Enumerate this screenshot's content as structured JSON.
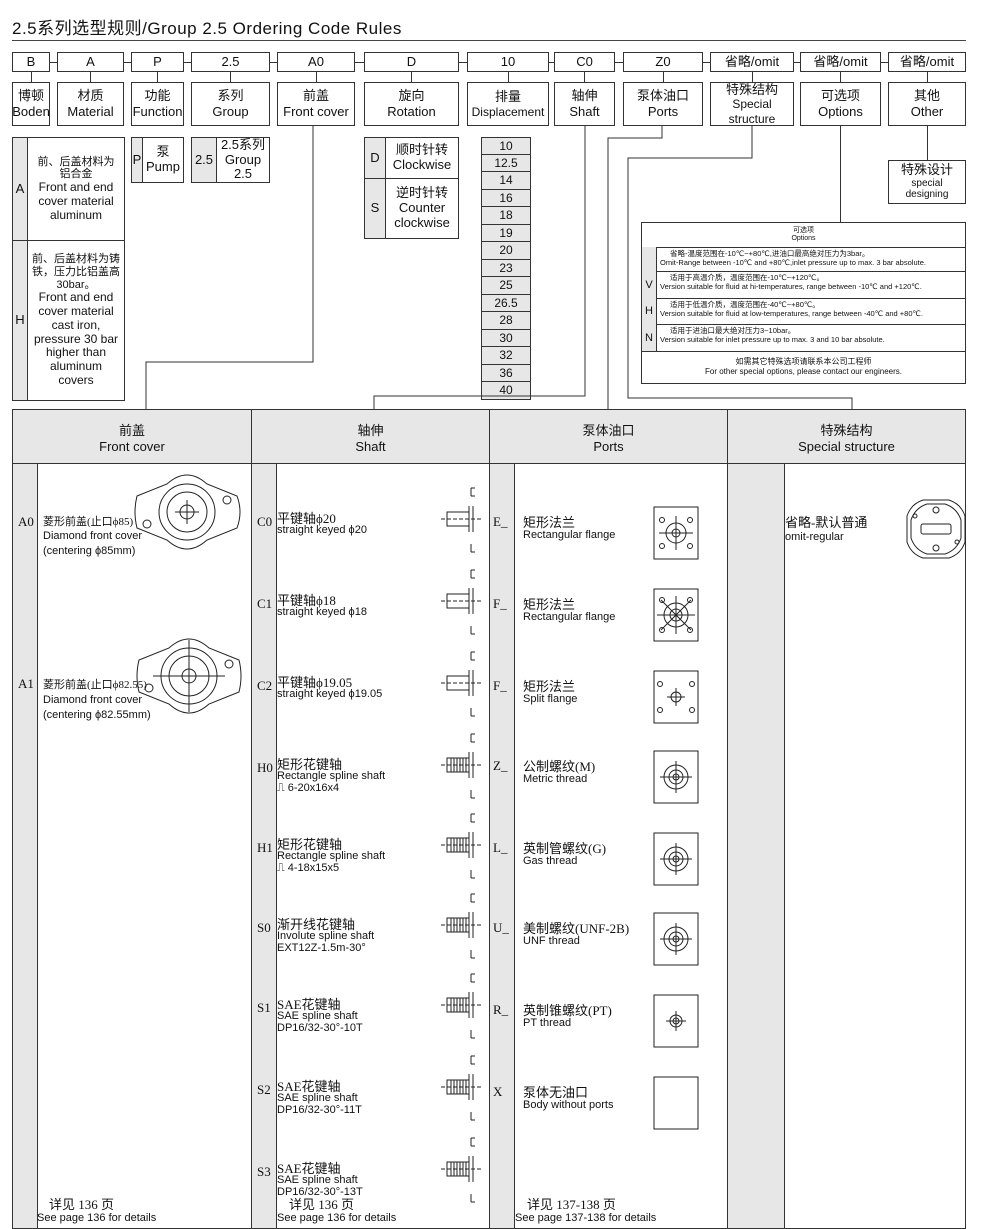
{
  "title": "2.5系列选型规则/Group 2.5 Ordering Code Rules",
  "codes": [
    "B",
    "A",
    "P",
    "2.5",
    "A0",
    "D",
    "10",
    "C0",
    "Z0",
    "省略/omit",
    "省略/omit",
    "省略/omit"
  ],
  "headers": [
    {
      "cn": "博顿",
      "en": "Boden"
    },
    {
      "cn": "材质",
      "en": "Material"
    },
    {
      "cn": "功能",
      "en": "Function"
    },
    {
      "cn": "系列",
      "en": "Group"
    },
    {
      "cn": "前盖",
      "en": "Front cover"
    },
    {
      "cn": "旋向",
      "en": "Rotation"
    },
    {
      "cn": "排量",
      "en": "Displacement"
    },
    {
      "cn": "轴伸",
      "en": "Shaft"
    },
    {
      "cn": "泵体油口",
      "en": "Ports"
    },
    {
      "cn": "特殊结构",
      "en": "Special structure"
    },
    {
      "cn": "可选项",
      "en": "Options"
    },
    {
      "cn": "其他",
      "en": "Other"
    }
  ],
  "material": [
    {
      "code": "A",
      "cn": "前、后盖材料为铝合金",
      "en": "Front and end cover material aluminum"
    },
    {
      "code": "H",
      "cn": "前、后盖材料为铸铁，压力比铝盖高 30bar。",
      "en": "Front and end cover material cast iron, pressure 30 bar higher than aluminum covers"
    }
  ],
  "function": {
    "code": "P",
    "cn": "泵",
    "en": "Pump"
  },
  "group": {
    "code": "2.5",
    "cn": "2.5系列",
    "en": "Group 2.5"
  },
  "rotation": [
    {
      "code": "D",
      "cn": "顺时针转",
      "en": "Clockwise"
    },
    {
      "code": "S",
      "cn": "逆时针转",
      "en": "Counter clockwise"
    }
  ],
  "displacements": [
    "10",
    "12.5",
    "14",
    "16",
    "18",
    "19",
    "20",
    "23",
    "25",
    "26.5",
    "28",
    "30",
    "32",
    "36",
    "40"
  ],
  "other": {
    "cn": "特殊设计",
    "en": "special designing"
  },
  "options": {
    "title_cn": "可选项",
    "title_en": "Options",
    "rows": [
      {
        "code": "",
        "cn": "省略-温度范围在-10℃~+80℃,进油口最高绝对压力为3bar。",
        "en": "Omit-Range between -10℃ and +80℃,inlet pressure up to max. 3 bar absolute."
      },
      {
        "code": "V",
        "cn": "适用于高温介质，温度范围在-10℃~+120℃。",
        "en": "Version suitable for fluid at hi-temperatures, range between -10℃ and +120℃."
      },
      {
        "code": "H",
        "cn": "适用于低温介质，温度范围在-40℃~+80℃。",
        "en": "Version suitable for fluid at low-temperatures, range between -40℃ and +80℃."
      },
      {
        "code": "N",
        "cn": "适用于进油口最大绝对压力3~10bar。",
        "en": "Version suitable for inlet pressure up to max. 3 and 10 bar absolute."
      }
    ],
    "footer_cn": "如需其它特殊选项请联系本公司工程师",
    "footer_en": "For other special options, please contact our engineers."
  },
  "table": {
    "columns": [
      {
        "cn": "前盖",
        "en": "Front cover"
      },
      {
        "cn": "轴伸",
        "en": "Shaft"
      },
      {
        "cn": "泵体油口",
        "en": "Ports"
      },
      {
        "cn": "特殊结构",
        "en": "Special structure"
      }
    ],
    "front_covers": [
      {
        "code": "A0",
        "cn": "菱形前盖(止口ϕ85)",
        "en1": "Diamond front cover",
        "en2": "(centering ϕ85mm)"
      },
      {
        "code": "A1",
        "cn": "菱形前盖(止口ϕ82.55)",
        "en1": "Diamond front cover",
        "en2": "(centering ϕ82.55mm)"
      }
    ],
    "shafts": [
      {
        "code": "C0",
        "cn": "平键轴ϕ20",
        "en1": "straight keyed ϕ20",
        "en2": ""
      },
      {
        "code": "C1",
        "cn": "平键轴ϕ18",
        "en1": "straight keyed ϕ18",
        "en2": ""
      },
      {
        "code": "C2",
        "cn": "平键轴ϕ19.05",
        "en1": "straight keyed ϕ19.05",
        "en2": ""
      },
      {
        "code": "H0",
        "cn": "矩形花键轴",
        "en1": "Rectangle spline shaft",
        "en2": "⎍ 6-20x16x4"
      },
      {
        "code": "H1",
        "cn": "矩形花键轴",
        "en1": "Rectangle spline shaft",
        "en2": "⎍ 4-18x15x5"
      },
      {
        "code": "S0",
        "cn": "渐开线花键轴",
        "en1": "Involute spline shaft",
        "en2": "EXT12Z-1.5m-30°"
      },
      {
        "code": "S1",
        "cn": "SAE花键轴",
        "en1": "SAE spline shaft",
        "en2": "DP16/32-30°-10T"
      },
      {
        "code": "S2",
        "cn": "SAE花键轴",
        "en1": "SAE spline shaft",
        "en2": "DP16/32-30°-11T"
      },
      {
        "code": "S3",
        "cn": "SAE花键轴",
        "en1": "SAE spline shaft",
        "en2": "DP16/32-30°-13T"
      }
    ],
    "ports": [
      {
        "code": "E_",
        "cn": "矩形法兰",
        "en": "Rectangular flange"
      },
      {
        "code": "F_",
        "cn": "矩形法兰",
        "en": "Rectangular flange"
      },
      {
        "code": "F_",
        "cn": "矩形法兰",
        "en": "Split flange"
      },
      {
        "code": "Z_",
        "cn": "公制螺纹(M)",
        "en": "Metric thread"
      },
      {
        "code": "L_",
        "cn": "英制管螺纹(G)",
        "en": "Gas thread"
      },
      {
        "code": "U_",
        "cn": "美制螺纹(UNF-2B)",
        "en": "UNF thread"
      },
      {
        "code": "R_",
        "cn": "英制锥螺纹(PT)",
        "en": "PT thread"
      },
      {
        "code": "X",
        "cn": "泵体无油口",
        "en": "Body without ports"
      }
    ],
    "special": {
      "cn": "省略-默认普通",
      "en": "omit-regular"
    },
    "footers": [
      {
        "cn": "详见 136 页",
        "en": "See page 136 for details"
      },
      {
        "cn": "详见 136 页",
        "en": "See page 136 for details"
      },
      {
        "cn": "详见 137-138 页",
        "en": "See page 137-138 for details"
      }
    ]
  }
}
